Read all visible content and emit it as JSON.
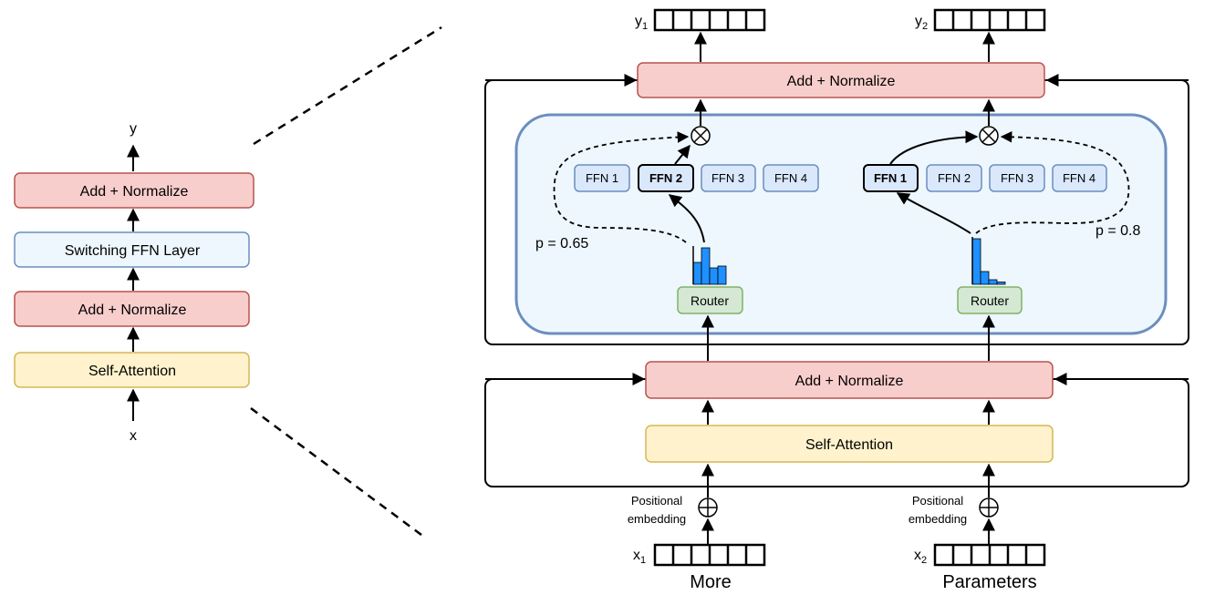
{
  "left_stack": {
    "output_label": "y",
    "input_label": "x",
    "blocks": [
      "Add + Normalize",
      "Switching FFN Layer",
      "Add + Normalize",
      "Self-Attention"
    ]
  },
  "right": {
    "outputs": [
      {
        "label": "y",
        "sub": "1"
      },
      {
        "label": "y",
        "sub": "2"
      }
    ],
    "top_addnorm": "Add + Normalize",
    "bottom_addnorm": "Add + Normalize",
    "self_attention": "Self-Attention",
    "left_ffns": [
      "FFN 1",
      "FFN 2",
      "FFN 3",
      "FFN 4"
    ],
    "right_ffns": [
      "FFN 1",
      "FFN 2",
      "FFN 3",
      "FFN 4"
    ],
    "left_router": "Router",
    "right_router": "Router",
    "left_prob": "p = 0.65",
    "right_prob": "p = 0.8",
    "pos_embedding_line1": "Positional",
    "pos_embedding_line2": "embedding",
    "inputs": [
      {
        "label": "x",
        "sub": "1",
        "word": "More"
      },
      {
        "label": "x",
        "sub": "2",
        "word": "Parameters"
      }
    ],
    "left_histogram": [
      0.6,
      1.0,
      0.45,
      0.5
    ],
    "right_histogram": [
      1.0,
      0.28,
      0.1,
      0.05
    ]
  },
  "colors": {
    "red_fill": "#f8cecc",
    "red_stroke": "#b85450",
    "blue_fill": "#e8f3fb",
    "blue_stroke": "#6c8ebf",
    "yellow_fill": "#fff2cc",
    "yellow_stroke": "#d6b656",
    "green_fill": "#d5e8d4",
    "green_stroke": "#82b366",
    "ffn_fill": "#dae8fc",
    "panel_fill": "#edf7fd",
    "panel_stroke": "#6c8ebf",
    "bar_color": "#1e90ff"
  }
}
